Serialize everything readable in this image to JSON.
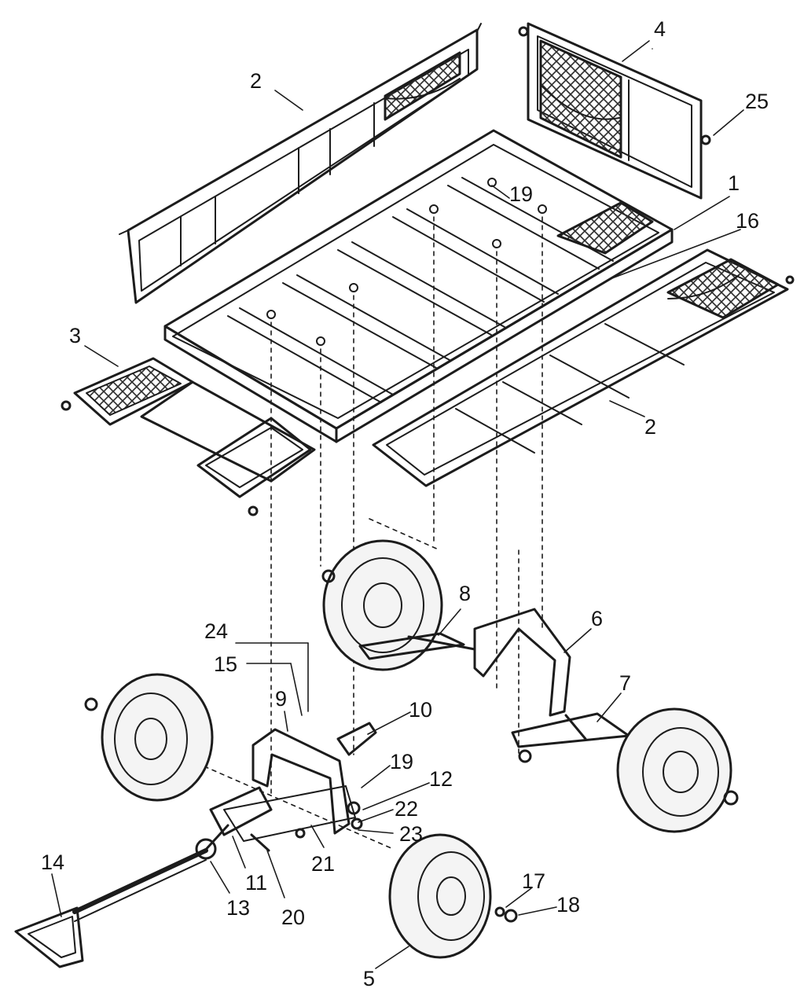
{
  "colors": {
    "ink": "#1c1c1c",
    "mesh": "#3a3a3a",
    "paper": "#ffffff",
    "tire": "#f4f4f4"
  },
  "labels": {
    "p1": "1",
    "p2a": "2",
    "p2b": "2",
    "p3": "3",
    "p4": "4",
    "p5": "5",
    "p6": "6",
    "p7": "7",
    "p8": "8",
    "p9": "9",
    "p10": "10",
    "p11": "11",
    "p12": "12",
    "p13": "13",
    "p14": "14",
    "p15": "15",
    "p16": "16",
    "p17": "17",
    "p18": "18",
    "p19a": "19",
    "p19b": "19",
    "p20": "20",
    "p21": "21",
    "p22": "22",
    "p23": "23",
    "p24": "24",
    "p25": "25"
  }
}
